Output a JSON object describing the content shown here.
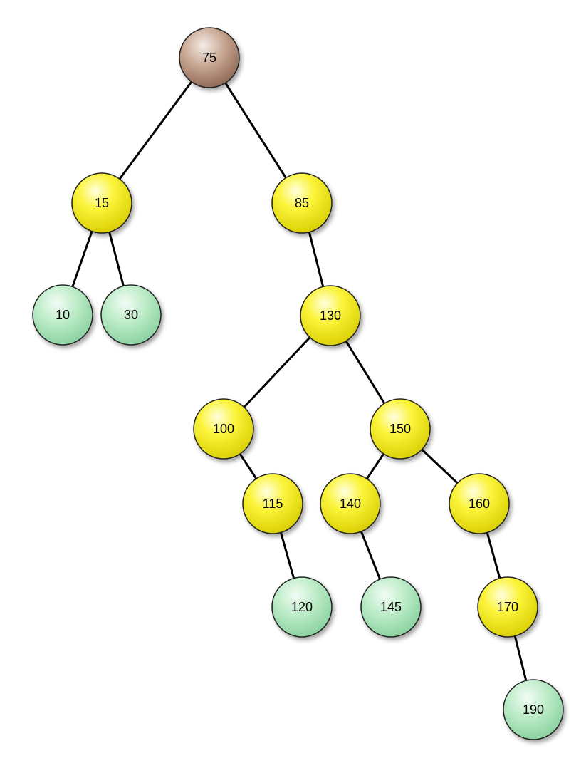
{
  "diagram": {
    "type": "binary-search-tree",
    "colors": {
      "root": "#a8806a",
      "internal": "#f2ec18",
      "leaf": "#9fe0b0",
      "edge": "#000000"
    },
    "nodes": [
      {
        "id": "n75",
        "label": "75",
        "kind": "root"
      },
      {
        "id": "n15",
        "label": "15",
        "kind": "internal"
      },
      {
        "id": "n85",
        "label": "85",
        "kind": "internal"
      },
      {
        "id": "n10",
        "label": "10",
        "kind": "leaf"
      },
      {
        "id": "n30",
        "label": "30",
        "kind": "leaf"
      },
      {
        "id": "n130",
        "label": "130",
        "kind": "internal"
      },
      {
        "id": "n100",
        "label": "100",
        "kind": "internal"
      },
      {
        "id": "n150",
        "label": "150",
        "kind": "internal"
      },
      {
        "id": "n115",
        "label": "115",
        "kind": "internal"
      },
      {
        "id": "n140",
        "label": "140",
        "kind": "internal"
      },
      {
        "id": "n160",
        "label": "160",
        "kind": "internal"
      },
      {
        "id": "n120",
        "label": "120",
        "kind": "leaf"
      },
      {
        "id": "n145",
        "label": "145",
        "kind": "leaf"
      },
      {
        "id": "n170",
        "label": "170",
        "kind": "internal"
      },
      {
        "id": "n190",
        "label": "190",
        "kind": "leaf"
      }
    ],
    "edges": [
      {
        "from": "n75",
        "to": "n15"
      },
      {
        "from": "n75",
        "to": "n85"
      },
      {
        "from": "n15",
        "to": "n10"
      },
      {
        "from": "n15",
        "to": "n30"
      },
      {
        "from": "n85",
        "to": "n130"
      },
      {
        "from": "n130",
        "to": "n100"
      },
      {
        "from": "n130",
        "to": "n150"
      },
      {
        "from": "n100",
        "to": "n115"
      },
      {
        "from": "n115",
        "to": "n120"
      },
      {
        "from": "n150",
        "to": "n140"
      },
      {
        "from": "n150",
        "to": "n160"
      },
      {
        "from": "n140",
        "to": "n145"
      },
      {
        "from": "n160",
        "to": "n170"
      },
      {
        "from": "n170",
        "to": "n190"
      }
    ]
  }
}
